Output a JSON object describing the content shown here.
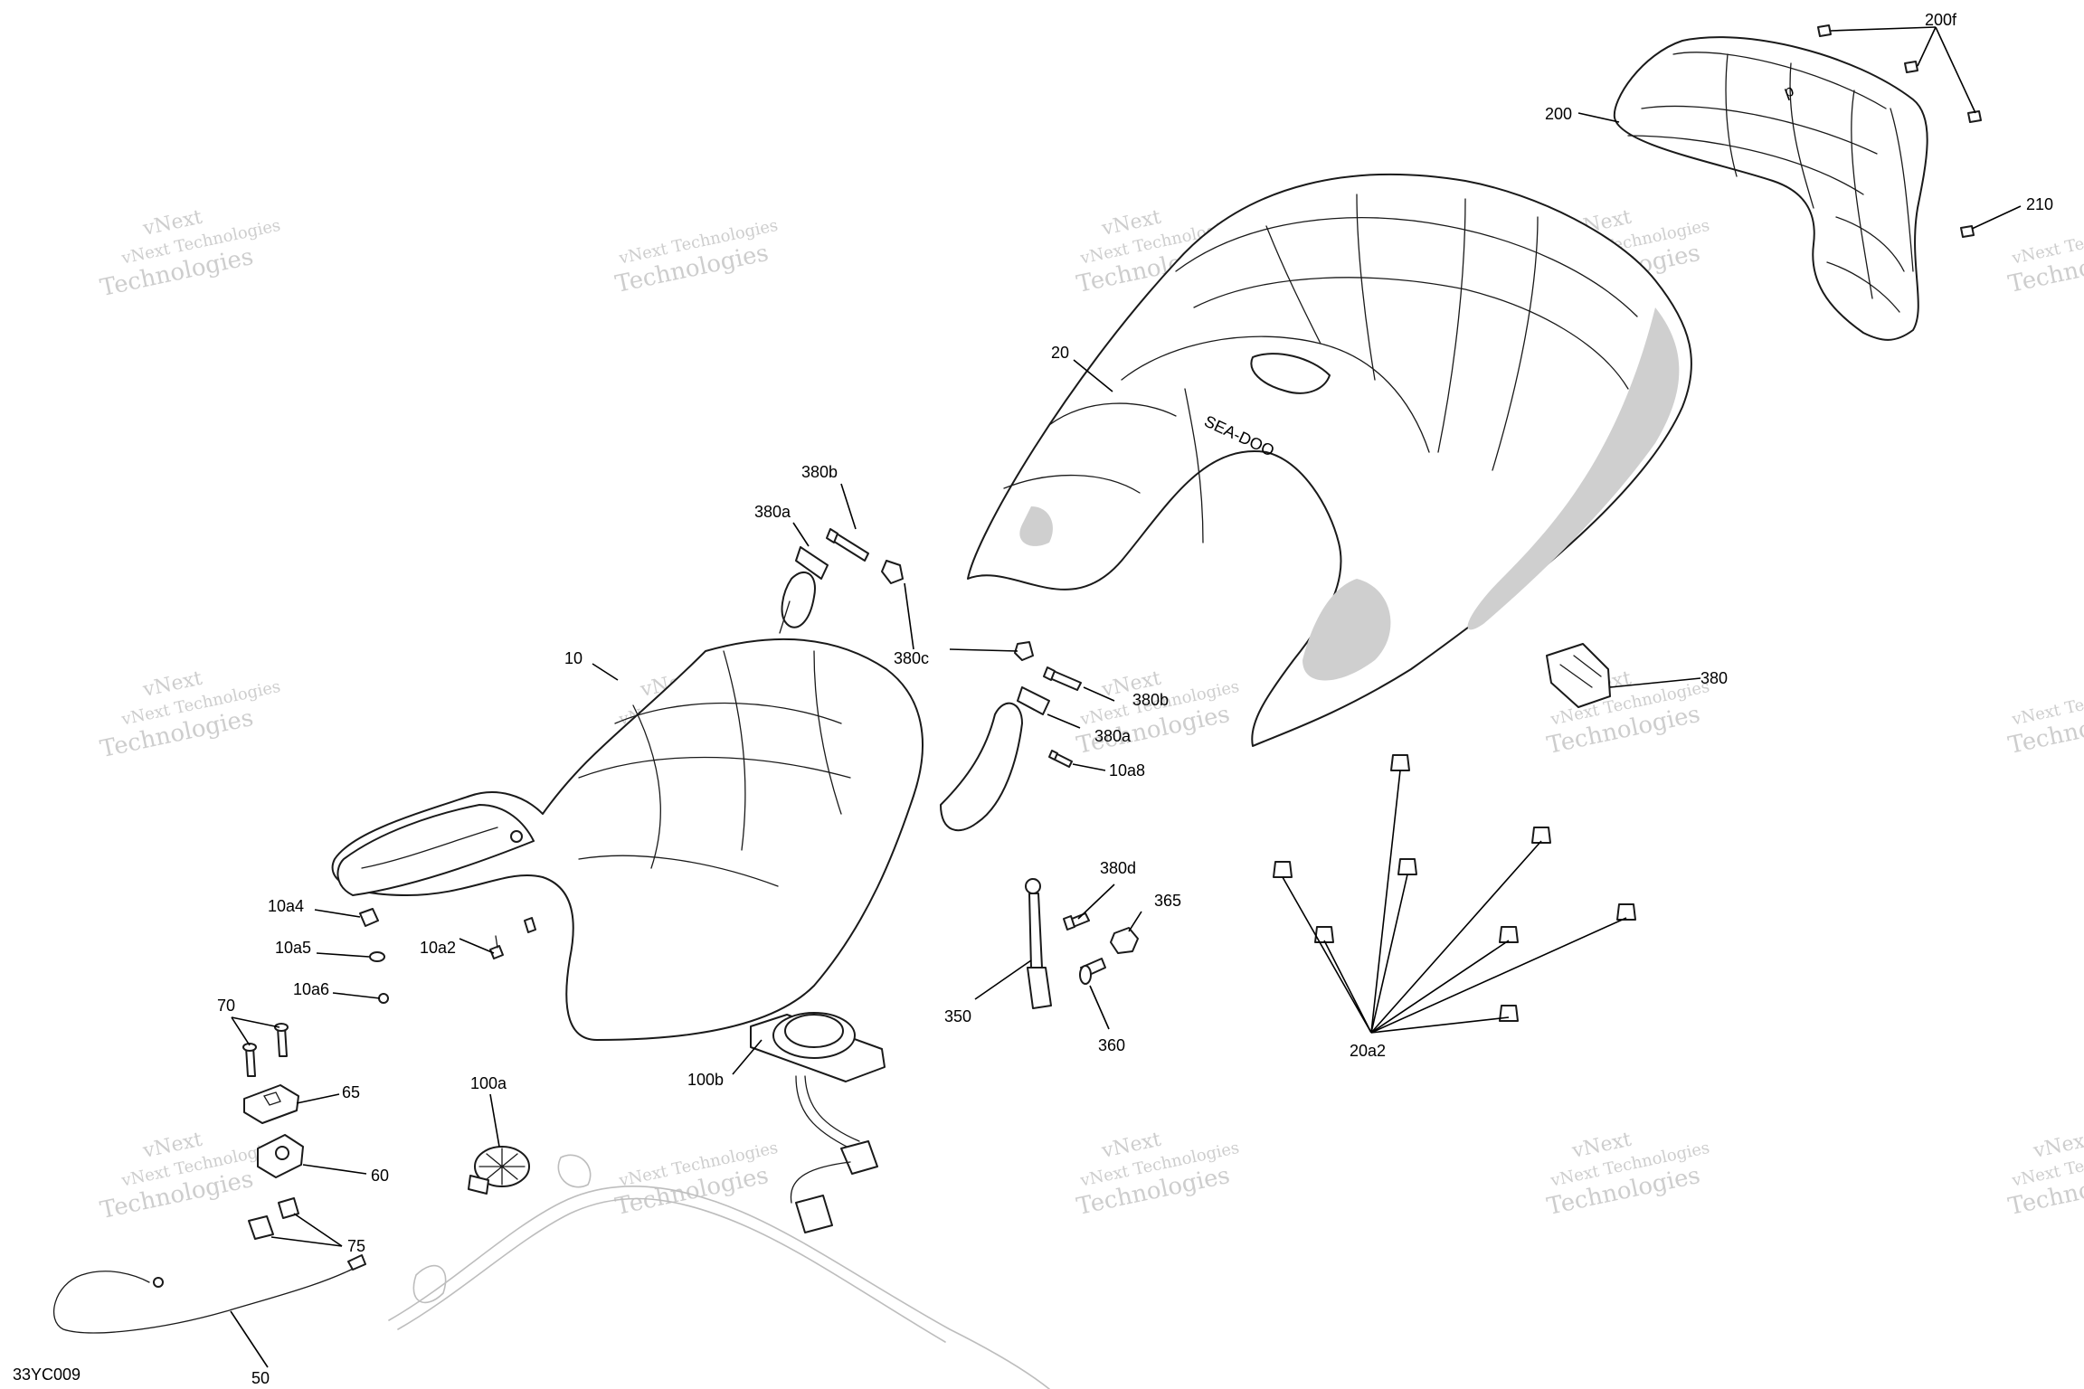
{
  "diagram_code": "33YC009",
  "watermark": {
    "line1": "vNext Technologies",
    "line2": "Technologies",
    "line3": "vNext Technologies",
    "line4": "vNext"
  },
  "callouts": {
    "c200f": "200f",
    "c200": "200",
    "c210": "210",
    "c20": "20",
    "c380b": "380b",
    "c380a": "380a",
    "c380c": "380c",
    "c380b_2": "380b",
    "c380a_2": "380a",
    "c10": "10",
    "c10a8": "10a8",
    "c380": "380",
    "c380d": "380d",
    "c365": "365",
    "c10a4": "10a4",
    "c10a5": "10a5",
    "c10a2": "10a2",
    "c10a6": "10a6",
    "c70": "70",
    "c350": "350",
    "c360": "360",
    "c20a2": "20a2",
    "c65": "65",
    "c100a": "100a",
    "c100b": "100b",
    "c60": "60",
    "c75": "75",
    "c50": "50"
  }
}
